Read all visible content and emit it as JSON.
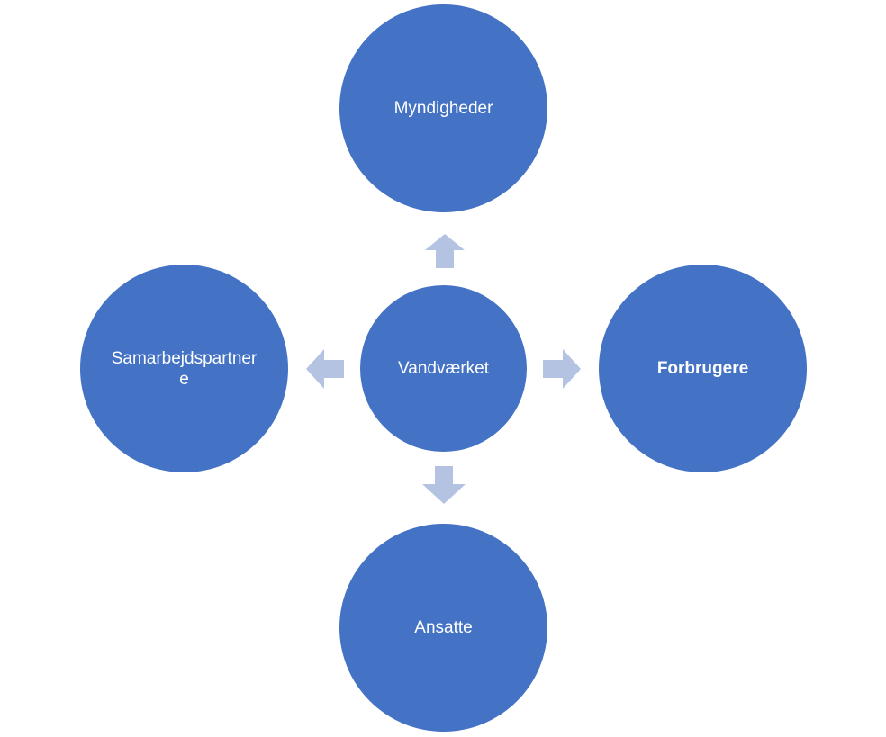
{
  "diagram": {
    "center": {
      "label": "Vandværket"
    },
    "top": {
      "label": "Myndigheder"
    },
    "left": {
      "label": "Samarbejdspartnere"
    },
    "right": {
      "label": "Forbrugere"
    },
    "bottom": {
      "label": "Ansatte"
    }
  },
  "colors": {
    "node_fill": "#4472c4",
    "arrow_fill": "#b4c3e2",
    "text": "#ffffff"
  }
}
